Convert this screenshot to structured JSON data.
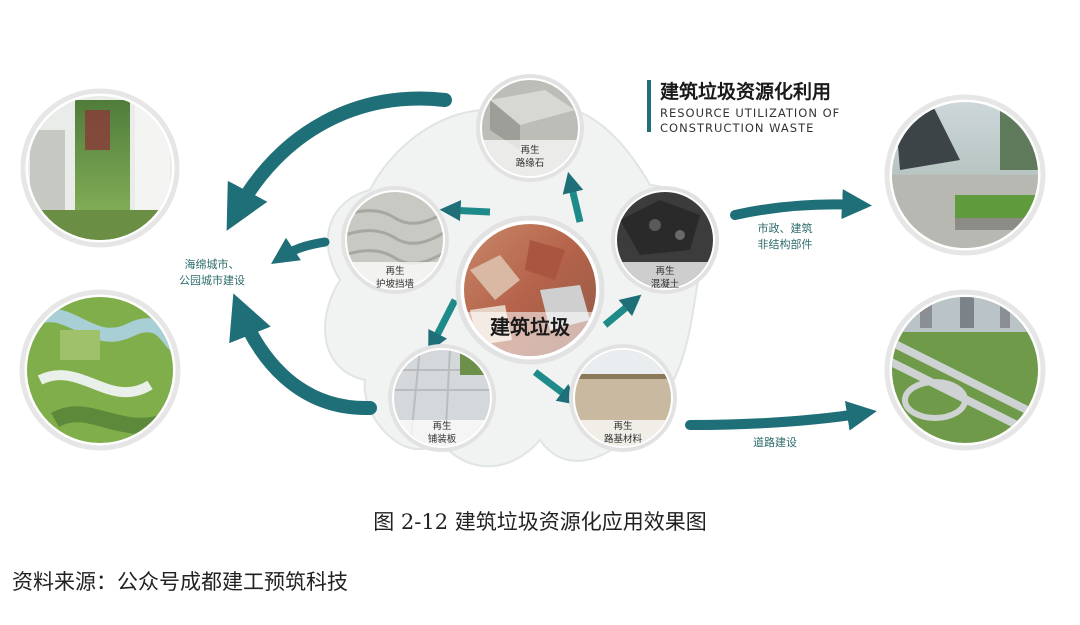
{
  "title_cn": "建筑垃圾资源化利用",
  "title_en_line1": "RESOURCE UTILIZATION OF",
  "title_en_line2": "CONSTRUCTION WASTE",
  "center_label": "建筑垃圾",
  "products": [
    {
      "line1": "再生",
      "line2": "路缘石"
    },
    {
      "line1": "再生",
      "line2": "护坡挡墙"
    },
    {
      "line1": "再生",
      "line2": "混凝土"
    },
    {
      "line1": "再生",
      "line2": "铺装板"
    },
    {
      "line1": "再生",
      "line2": "路基材料"
    }
  ],
  "applications": {
    "left_line1": "海绵城市、",
    "left_line2": "公园城市建设",
    "right_top_line1": "市政、建筑",
    "right_top_line2": "非结构部件",
    "right_bottom": "道路建设"
  },
  "caption": "图 2-12  建筑垃圾资源化应用效果图",
  "source": "资料来源：公众号成都建工预筑科技",
  "colors": {
    "teal": "#1f6f78",
    "teal_light": "#4ba3a3",
    "ring": "#e4e4e4"
  }
}
